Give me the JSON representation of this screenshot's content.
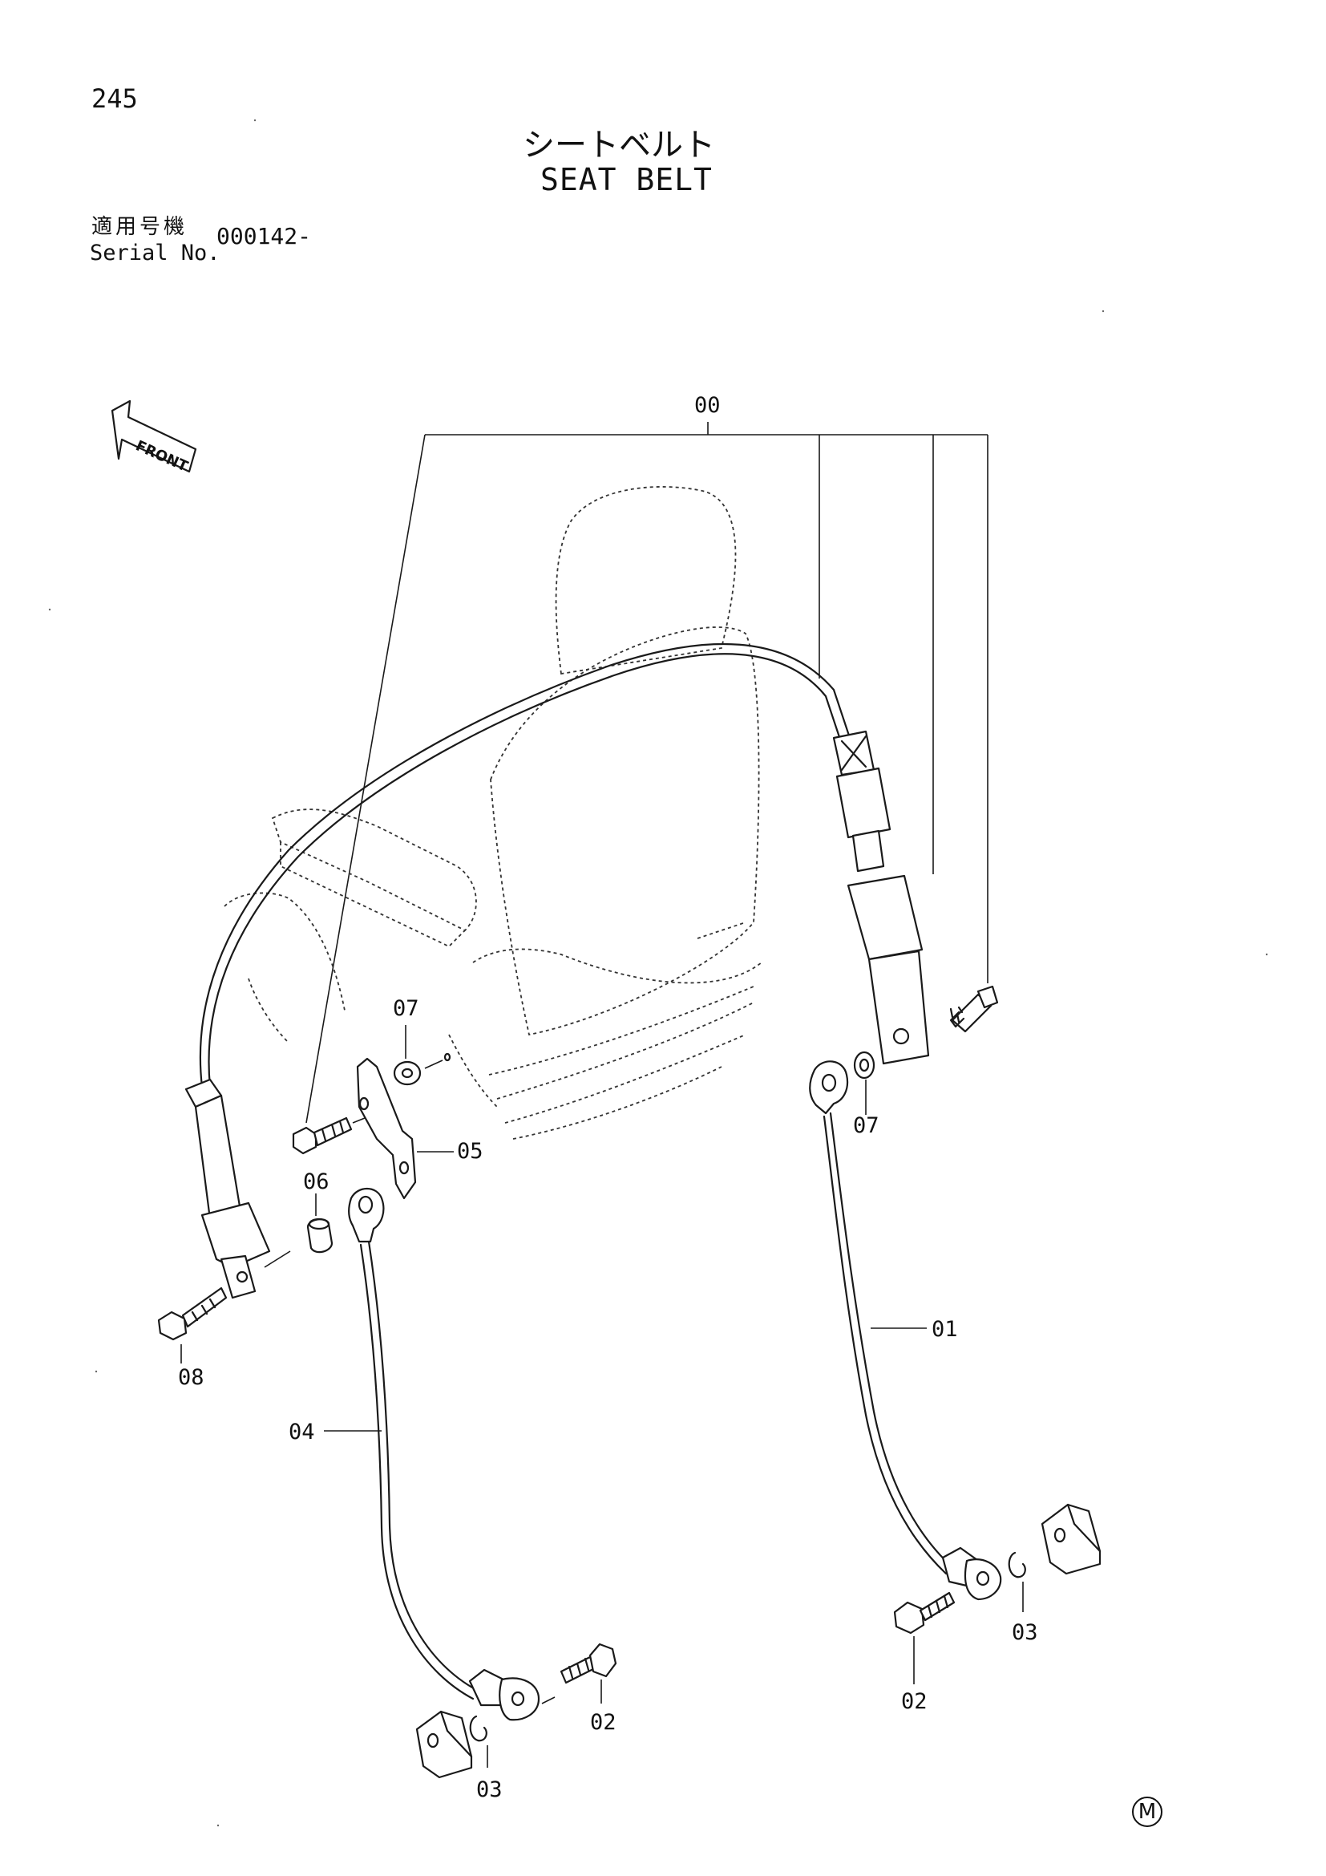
{
  "page_number": "245",
  "title_jp": "シートベルト",
  "title_en": "SEAT BELT",
  "serial": {
    "label_jp": "適用号機",
    "label_en": "Serial No.",
    "value": "000142-"
  },
  "front_label": "FRONT",
  "callouts": {
    "c00": "00",
    "c01": "01",
    "c02a": "02",
    "c02b": "02",
    "c03a": "03",
    "c03b": "03",
    "c04": "04",
    "c05": "05",
    "c06": "06",
    "c07a": "07",
    "c07b": "07",
    "c08": "08"
  },
  "footer_mark": "M"
}
